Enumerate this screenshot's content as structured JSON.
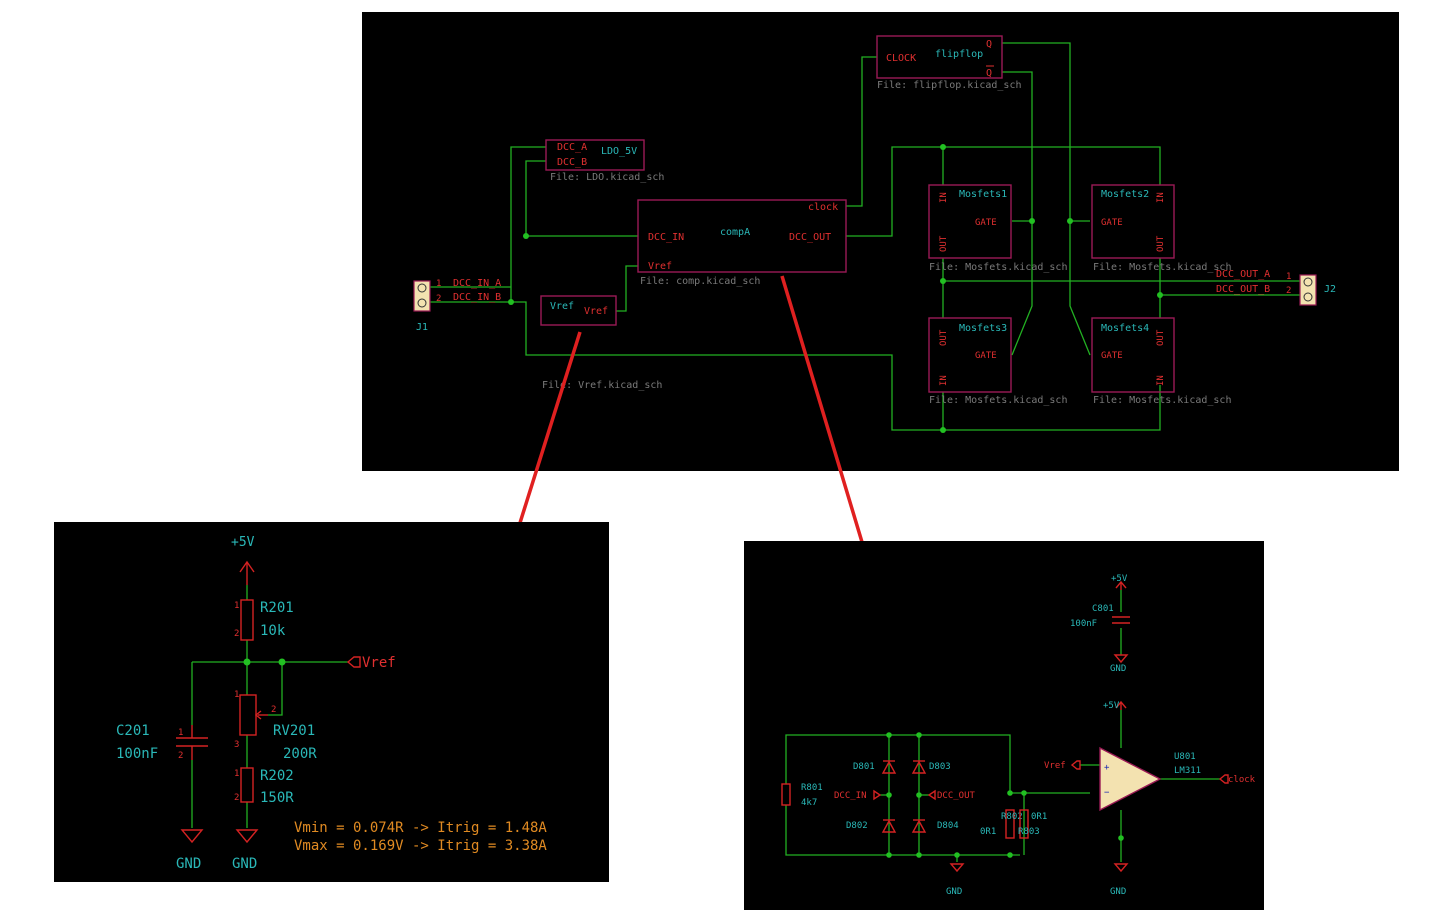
{
  "main": {
    "sheets": {
      "flipflop": {
        "name": "flipflop",
        "file": "File: flipflop.kicad_sch",
        "pins": [
          "CLOCK",
          "Q",
          "Q"
        ]
      },
      "ldo": {
        "name": "LDO_5V",
        "file": "File: LDO.kicad_sch",
        "pins": [
          "DCC_A",
          "DCC_B"
        ]
      },
      "comp": {
        "name": "compA",
        "file": "File: comp.kicad_sch",
        "pins": [
          "DCC_IN",
          "Vref",
          "clock",
          "DCC_OUT"
        ]
      },
      "vref": {
        "name": "Vref",
        "file": "File: Vref.kicad_sch",
        "pins": [
          "Vref"
        ]
      },
      "mosfets1": {
        "name": "Mosfets1",
        "file": "File: Mosfets.kicad_sch"
      },
      "mosfets2": {
        "name": "Mosfets2",
        "file": "File: Mosfets.kicad_sch"
      },
      "mosfets3": {
        "name": "Mosfets3",
        "file": "File: Mosfets.kicad_sch"
      },
      "mosfets4": {
        "name": "Mosfets4",
        "file": "File: Mosfets.kicad_sch"
      },
      "mos_pins": {
        "in": "IN",
        "out": "OUT",
        "gate": "GATE"
      }
    },
    "j1": {
      "ref": "J1",
      "labels": [
        "DCC_IN_A",
        "DCC_IN_B"
      ],
      "pins": [
        "1",
        "2"
      ]
    },
    "j2": {
      "ref": "J2",
      "labels": [
        "DCC_OUT_A",
        "DCC_OUT_B"
      ],
      "pins": [
        "1",
        "2"
      ]
    }
  },
  "vref_detail": {
    "power": "+5V",
    "r201": {
      "ref": "R201",
      "value": "10k"
    },
    "rv201": {
      "ref": "RV201",
      "value": "200R"
    },
    "r202": {
      "ref": "R202",
      "value": "150R"
    },
    "c201": {
      "ref": "C201",
      "value": "100nF"
    },
    "label": "Vref",
    "gnd": "GND",
    "pin1": "1",
    "pin2": "2",
    "pin3": "3",
    "note1": "Vmin = 0.074R -> Itrig = 1.48A",
    "note2": "Vmax = 0.169V -> Itrig = 3.38A"
  },
  "comp_detail": {
    "power": "+5V",
    "gnd": "GND",
    "c801": {
      "ref": "C801",
      "value": "100nF"
    },
    "r801": {
      "ref": "R801",
      "value": "4k7"
    },
    "d801": "D801",
    "d802": "D802",
    "d803": "D803",
    "d804": "D804",
    "dcc_in": "DCC_IN",
    "dcc_out": "DCC_OUT",
    "r802": {
      "ref": "R802",
      "value": "0R1"
    },
    "r803": {
      "ref": "R803",
      "value": "0R1"
    },
    "u801": {
      "ref": "U801",
      "value": "LM311"
    },
    "vref": "Vref",
    "clock": "clock"
  }
}
